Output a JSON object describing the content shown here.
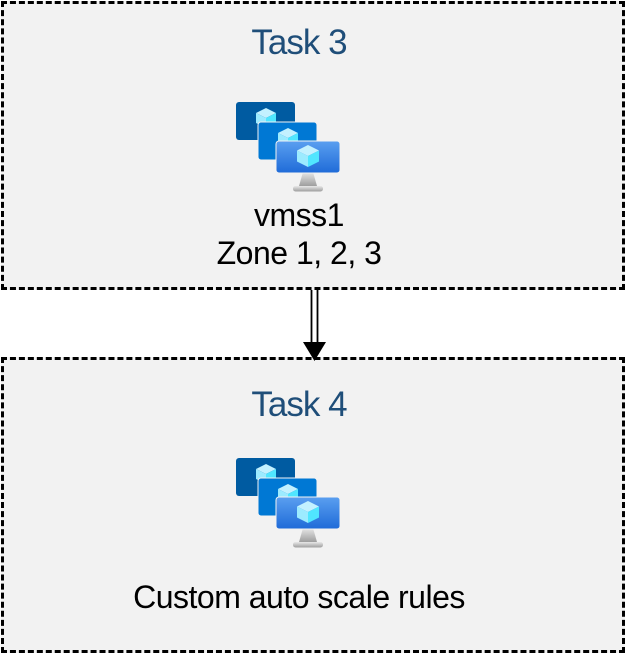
{
  "diagram": {
    "background_color": "#ffffff",
    "box_fill": "#f2f2f2",
    "box_border_color": "#000000",
    "title_color": "#1f4e79",
    "text_color": "#000000",
    "boxes": [
      {
        "title": "Task 3",
        "icon": "vm-scale-sets",
        "lines": [
          "vmss1",
          "Zone 1, 2, 3"
        ]
      },
      {
        "title": "Task 4",
        "icon": "vm-scale-sets",
        "lines": [
          "Custom auto scale rules"
        ]
      }
    ],
    "connector": {
      "type": "double-line-arrow",
      "direction": "down",
      "color": "#000000"
    },
    "icon_colors": {
      "screen_back": "#005ba1",
      "screen_middle": "#0078d4",
      "screen_front_top": "#5a9ff0",
      "screen_front_bottom": "#1f6bd8",
      "cube_top": "#c3f1ff",
      "cube_left": "#9cebff",
      "cube_right": "#50e6ff",
      "stand_light": "#e8e8e8",
      "stand_dark": "#9e9e9e"
    }
  }
}
